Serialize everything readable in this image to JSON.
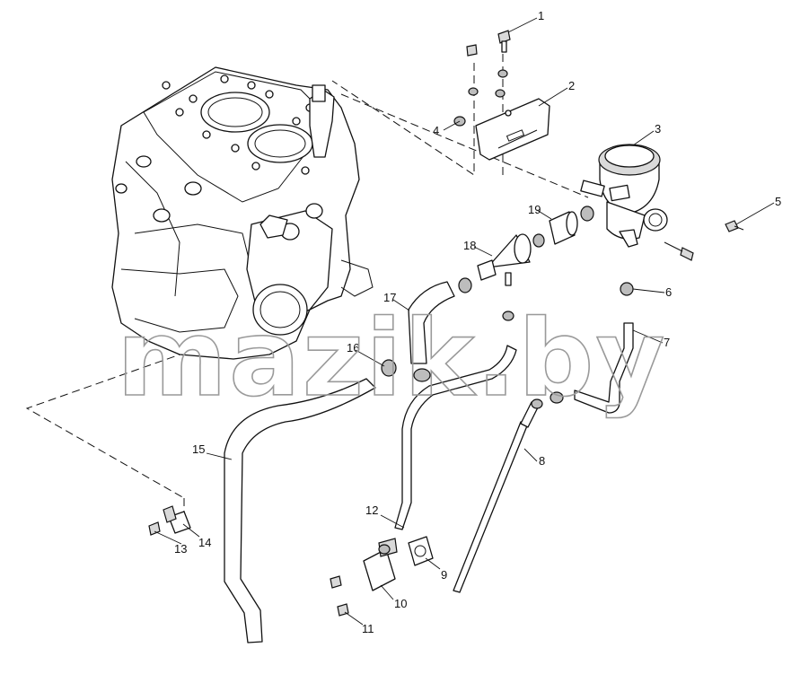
{
  "watermark": "mazik.by",
  "callouts": [
    "1",
    "2",
    "3",
    "4",
    "5",
    "6",
    "7",
    "8",
    "9",
    "10",
    "11",
    "12",
    "13",
    "14",
    "15",
    "16",
    "17",
    "18",
    "19"
  ]
}
